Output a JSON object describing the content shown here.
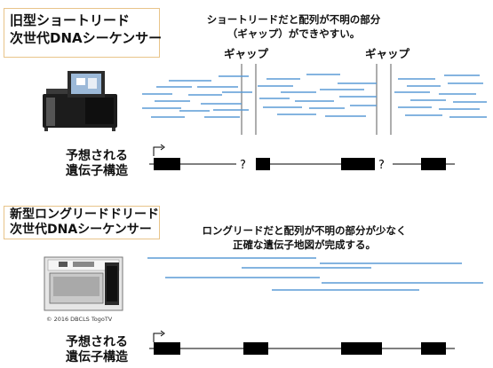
{
  "old": {
    "title_line1": "旧型ショートリード",
    "title_line2": "次世代DNAシーケンサー",
    "note_line1": "ショートリードだと配列が不明の部分",
    "note_line2": "（ギャップ）ができやすい。",
    "gap_label_1": "ギャップ",
    "gap_label_2": "ギャップ",
    "gene_label_line1": "予想される",
    "gene_label_line2": "遺伝子構造",
    "unknown_mark_1": "?",
    "unknown_mark_2": "?"
  },
  "new": {
    "title_line1": "新型ロングリードドリード",
    "title_line2": "次世代DNAシーケンサー",
    "note_line1": "ロングリードだと配列が不明の部分が少なく",
    "note_line2": "正確な遺伝子地図が完成する。",
    "copyright": "© 2016 DBCLS TogoTV",
    "gene_label_line1": "予想される",
    "gene_label_line2": "遺伝子構造"
  },
  "colors": {
    "read_line": "#5b9bd5",
    "exon": "#000000",
    "title_border": "#e8c48a"
  }
}
